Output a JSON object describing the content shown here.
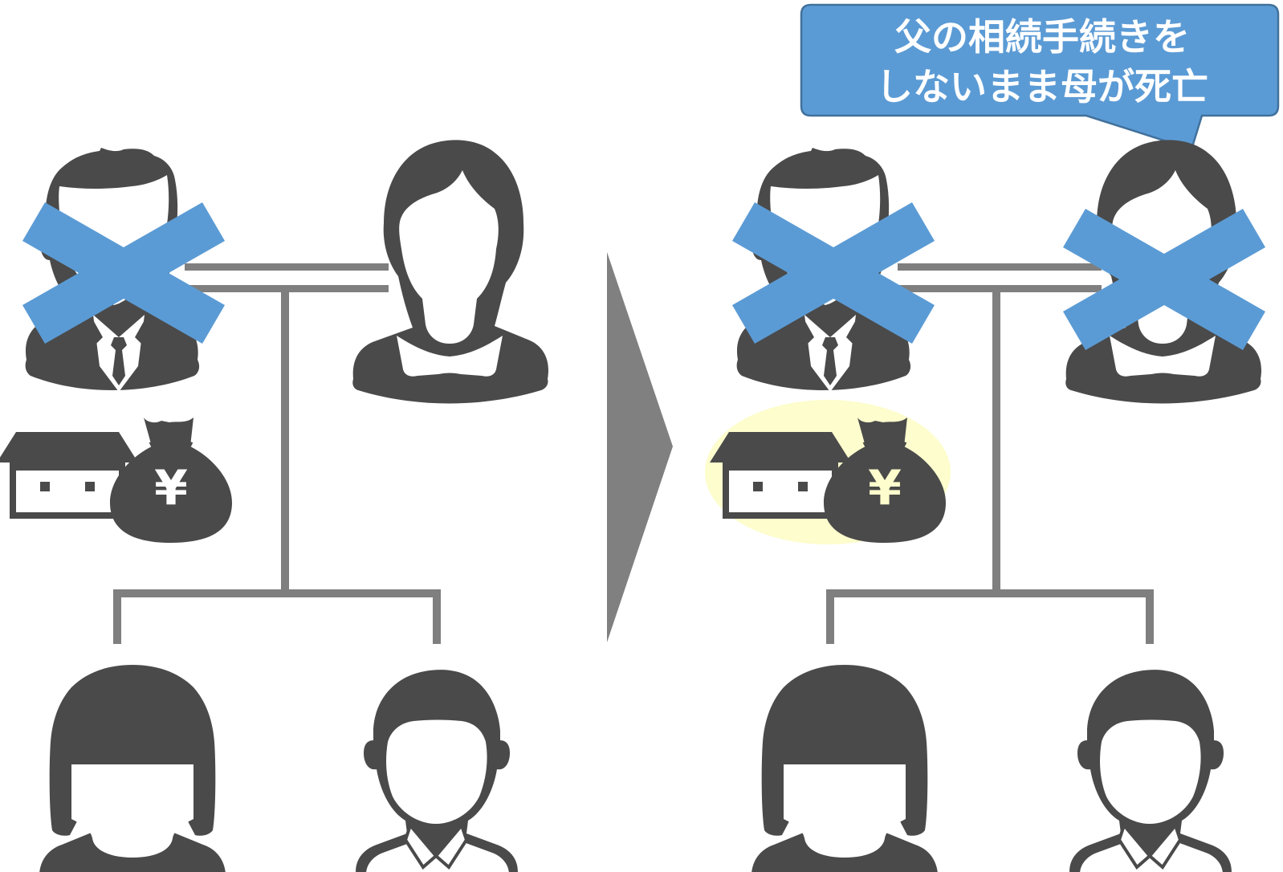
{
  "callout": {
    "line1": "父の相続手続きを",
    "line2": "しないまま母が死亡"
  },
  "money_symbol": "¥",
  "colors": {
    "figure": "#4a4a4a",
    "line": "#7f7f7f",
    "cross": "#5b9bd5",
    "callout_fill": "#5b9bd5",
    "callout_stroke": "#41719c",
    "highlight": "#fdfdcd",
    "arrow": "#808080"
  },
  "scenes": [
    {
      "id": "before",
      "father_deceased": true,
      "mother_deceased": false,
      "assets_highlighted": false
    },
    {
      "id": "after",
      "father_deceased": true,
      "mother_deceased": true,
      "assets_highlighted": true
    }
  ]
}
